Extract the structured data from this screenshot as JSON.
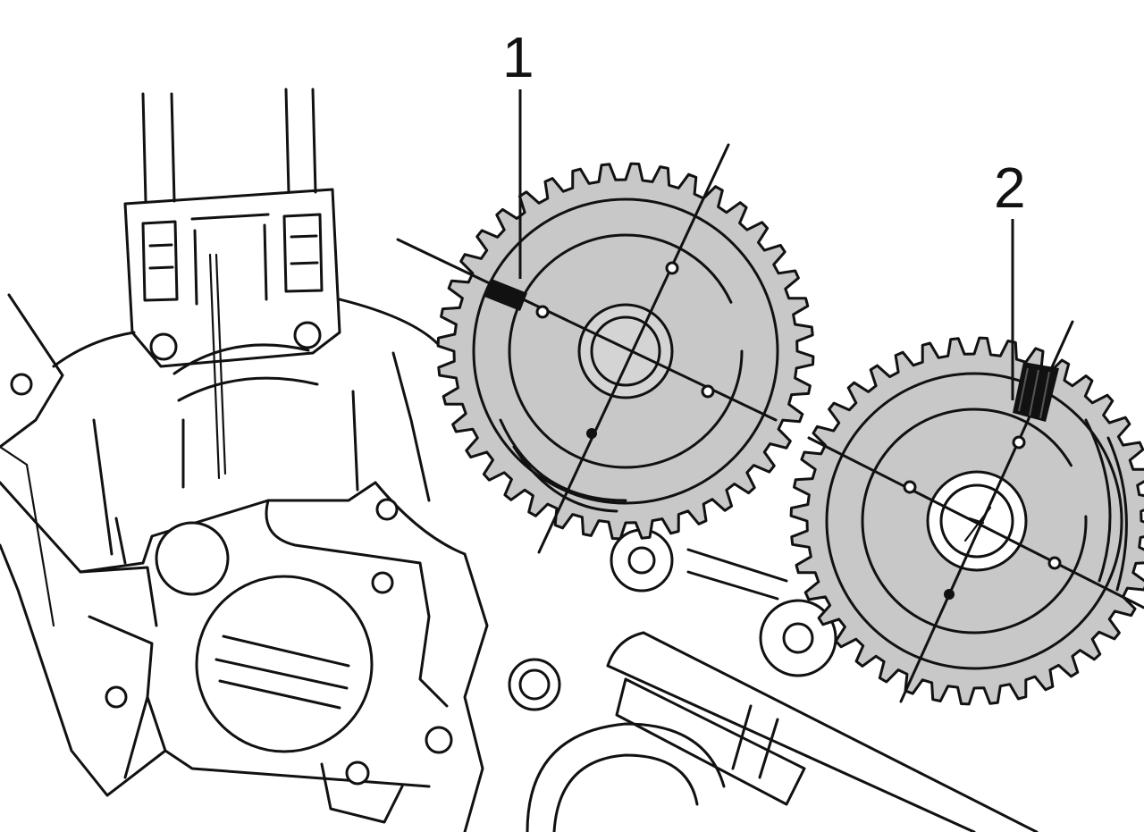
{
  "figure": {
    "callouts": [
      {
        "id": "1",
        "label": "1"
      },
      {
        "id": "2",
        "label": "2"
      }
    ]
  },
  "colors": {
    "line": "#111111",
    "gear_fill": "#c8c8c8",
    "timing_mark": "#111111",
    "background": "#ffffff"
  },
  "gears": [
    {
      "callout": "1",
      "teeth": 40
    },
    {
      "callout": "2",
      "teeth": 40
    }
  ]
}
